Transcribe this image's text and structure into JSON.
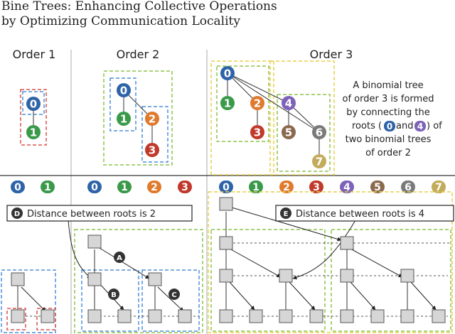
{
  "title": {
    "line1": "Bine Trees: Enhancing Collective Operations",
    "line2": "by Optimizing Communication Locality"
  },
  "columns": {
    "order1": "Order 1",
    "order2": "Order 2",
    "order3": "Order 3"
  },
  "note": {
    "line1": "A binomial tree",
    "line2": "of order 3 is formed",
    "line3": "by connecting the",
    "line4_pre": "roots (",
    "line4_and": "and",
    "line4_post": ") of",
    "line5": "two binomial trees",
    "line6": "of order 2",
    "root_a": "0",
    "root_b": "4"
  },
  "callouts": {
    "d": {
      "tag": "D",
      "text": "Distance between roots is 2"
    },
    "e": {
      "tag": "E",
      "text": "Distance between roots is 4"
    }
  },
  "step_tags": {
    "a": "A",
    "b": "B",
    "c": "C"
  },
  "rank_labels": [
    "0",
    "1",
    "2",
    "3",
    "4",
    "5",
    "6",
    "7"
  ],
  "colors": {
    "rank": [
      "#2f63a8",
      "#3a9a4a",
      "#e07a2e",
      "#c0392b",
      "#7d62b8",
      "#8a6a4e",
      "#7a7a7a",
      "#c2ab5a"
    ],
    "blue_box": "#4f8fd8",
    "red_box": "#d9534f",
    "green_box": "#8fc44a",
    "yellow_box": "#e8cf4a",
    "grid": "#bbbbbb",
    "node_fill": "#d6d6d6",
    "tag_dark": "#333333"
  }
}
